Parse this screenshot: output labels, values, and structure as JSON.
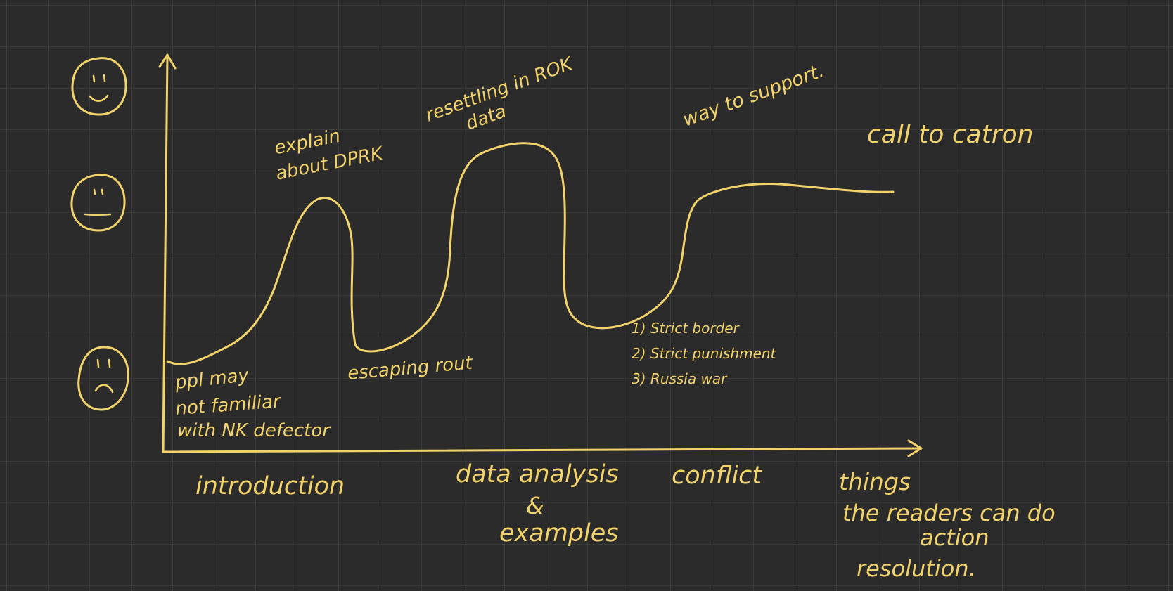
{
  "colors": {
    "background": "#2b2b2b",
    "grid": "#3a3a3a",
    "ink": "#f2d36b"
  },
  "faces": {
    "top": "happy-face-icon",
    "middle": "neutral-face-icon",
    "bottom": "sad-face-icon"
  },
  "annotations": {
    "explain_line1": "explain",
    "explain_line2": "about DPRK",
    "resettling_line1": "resettling in ROK",
    "resettling_line2": "data",
    "way_to_support": "way to support.",
    "call_to_action": "call to catron",
    "ppl_line1": "ppl may",
    "ppl_line2": "not familiar",
    "ppl_line3": "with NK defector",
    "escaping": "escaping rout",
    "strict_border": "1) Strict border",
    "strict_punishment": "2) Strict punishment",
    "russia_war": "3) Russia war"
  },
  "stages": {
    "introduction": "introduction",
    "data_line1": "data analysis",
    "data_line2": "&",
    "data_line3": "examples",
    "conflict": "conflict",
    "things_line1": "things",
    "things_line2": "the readers can do",
    "things_line3": "action",
    "things_line4": "resolution."
  }
}
